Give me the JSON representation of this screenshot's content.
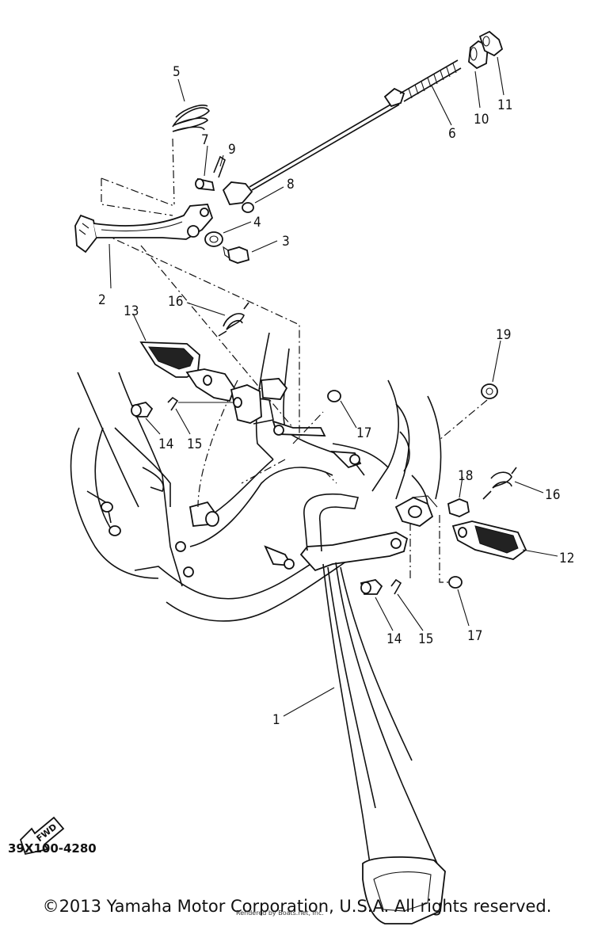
{
  "callouts": [
    "1",
    "2",
    "3",
    "4",
    "5",
    "6",
    "7",
    "8",
    "9",
    "10",
    "11",
    "12",
    "13",
    "14",
    "15",
    "16",
    "16",
    "17",
    "17",
    "14",
    "15",
    "18",
    "19"
  ],
  "fwd_label": "FWD",
  "drawing_code": "39X100-4280",
  "copyright": "©2013 Yamaha Motor Corporation, U.S.A. All rights reserved.",
  "subnote": "Rendered by Boats.net, Inc.",
  "colors": {
    "ink": "#111111",
    "paper": "#ffffff"
  }
}
